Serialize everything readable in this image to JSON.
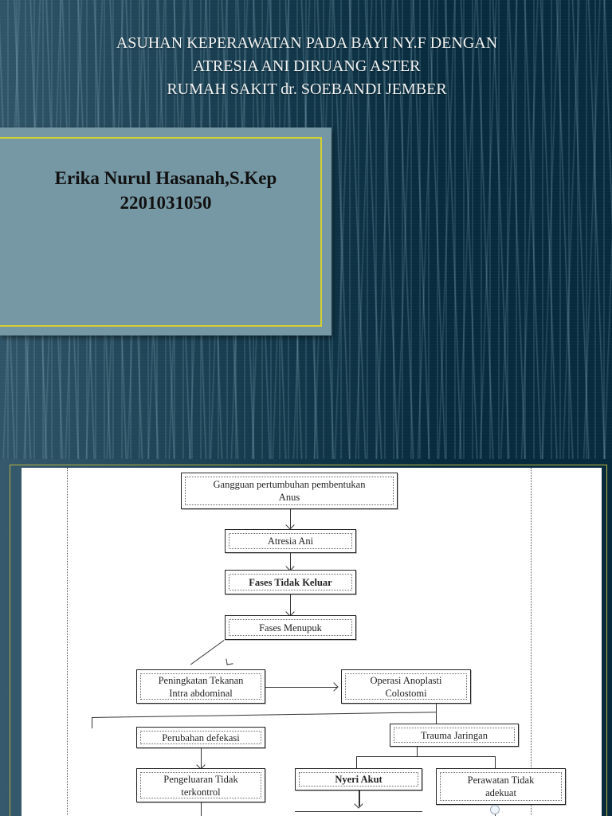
{
  "slide1": {
    "title_lines": [
      "ASUHAN KEPERAWATAN PADA BAYI NY.F DENGAN",
      "ATRESIA ANI DIRUANG ASTER",
      "RUMAH SAKIT dr. SOEBANDI JEMBER"
    ],
    "author_name": "Erika Nurul Hasanah,S.Kep",
    "student_id": "2201031050",
    "colors": {
      "background": "#072b3d",
      "panel": "#7698a5",
      "panel_border": "#d4d032",
      "title_text": "#f2f4f4"
    }
  },
  "slide2": {
    "flowchart": {
      "nodes": {
        "gangguan": {
          "line1": "Gangguan pertumbuhan pembentukan",
          "line2": "Anus"
        },
        "atresia": {
          "line1": "Atresia Ani"
        },
        "fases_tidak_keluar": {
          "line1": "Fases Tidak Keluar"
        },
        "fases_menupuk": {
          "line1": "Fases Menupuk"
        },
        "peningkatan": {
          "line1": "Peningkatan Tekanan",
          "line2": "Intra abdominal"
        },
        "operasi": {
          "line1": "Operasi Anoplasti",
          "line2": "Colostomi"
        },
        "perubahan": {
          "line1": "Perubahan defekasi"
        },
        "trauma": {
          "line1": "Trauma Jaringan"
        },
        "pengeluaran": {
          "line1": "Pengeluaran Tidak",
          "line2": "terkontrol"
        },
        "nyeri": {
          "line1": "Nyeri Akut"
        },
        "perawatan": {
          "line1": "Perawatan Tidak",
          "line2": "adekuat"
        }
      },
      "edges": [
        [
          "gangguan",
          "atresia"
        ],
        [
          "atresia",
          "fases_tidak_keluar"
        ],
        [
          "fases_tidak_keluar",
          "fases_menupuk"
        ],
        [
          "fases_menupuk",
          "peningkatan"
        ],
        [
          "peningkatan",
          "operasi"
        ],
        [
          "operasi",
          "perubahan"
        ],
        [
          "operasi",
          "trauma"
        ],
        [
          "perubahan",
          "pengeluaran"
        ],
        [
          "trauma",
          "nyeri"
        ],
        [
          "trauma",
          "perawatan"
        ]
      ]
    },
    "colors": {
      "frame_border": "#b8b340",
      "paper": "#ffffff"
    }
  }
}
